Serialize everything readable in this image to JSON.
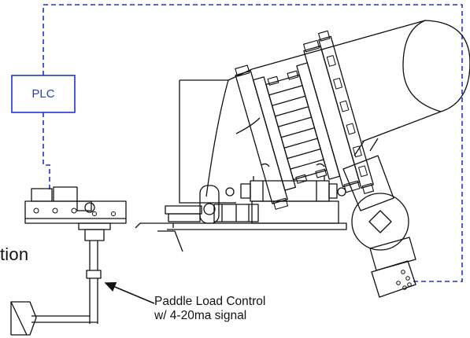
{
  "diagram": {
    "plc_label": "PLC",
    "left_text": "tion",
    "callout_line1": "Paddle Load Control",
    "callout_line2": "w/ 4-20ma signal"
  },
  "colors": {
    "signal_line": "#2233cc",
    "drawing_line": "#111111",
    "plc_text": "#2a3fbf"
  }
}
